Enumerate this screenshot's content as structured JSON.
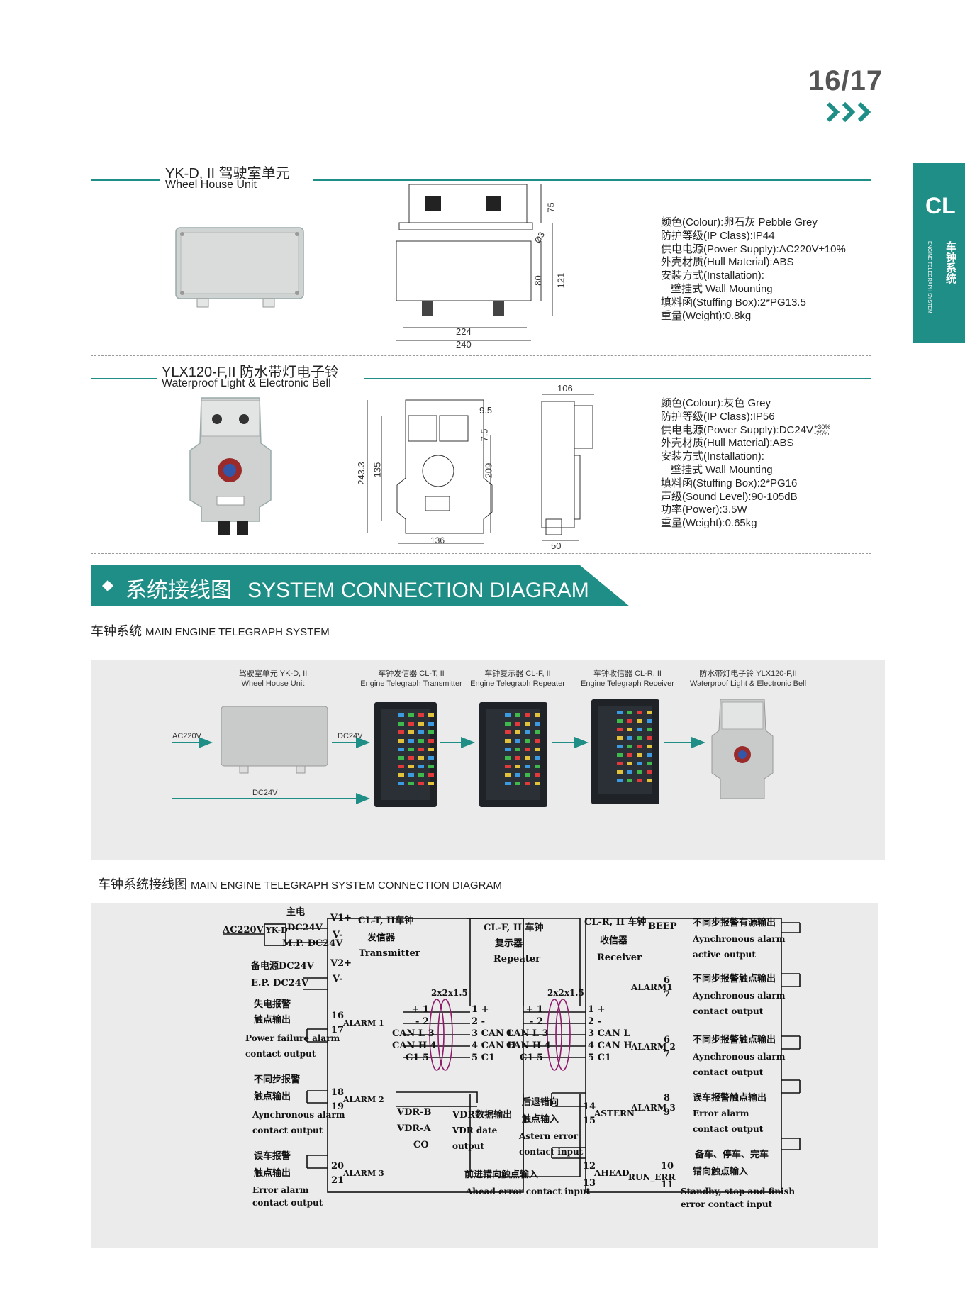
{
  "page": {
    "number": "16/17"
  },
  "side_tab": {
    "code": "CL",
    "zh": "车钟系统",
    "en": "ENGINE TELEGRAPH SYSTEM"
  },
  "product1": {
    "title_model": "YK-D, II 驾驶室单元",
    "title_en": "Wheel House Unit",
    "dims": {
      "h_top": "75",
      "h_mid": "80",
      "h_total": "121",
      "w_inner": "224",
      "w_outer": "240",
      "hole": "Ø3"
    },
    "specs": [
      "颜色(Colour):卵石灰 Pebble Grey",
      "防护等级(IP Class):IP44",
      "供电电源(Power Supply):AC220V±10%",
      "外壳材质(Hull Material):ABS",
      "安装方式(Installation):",
      "壁挂式 Wall Mounting",
      "填料函(Stuffing Box):2*PG13.5",
      "重量(Weight):0.8kg"
    ]
  },
  "product2": {
    "title_model": "YLX120-F,II 防水带灯电子铃",
    "title_en": "Waterproof Light & Electronic Bell",
    "dims": {
      "h_total": "243.3",
      "h_mid": "135",
      "h_r": "209",
      "d1": "9.5",
      "d2": "7.5",
      "w_bottom": "136",
      "depth": "106",
      "d_bottom": "50"
    },
    "specs": [
      "颜色(Colour):灰色 Grey",
      "防护等级(IP Class):IP56",
      "供电电源(Power Supply):DC24V",
      "外壳材质(Hull Material):ABS",
      "安装方式(Installation):",
      "壁挂式 Wall Mounting",
      "填料函(Stuffing Box):2*PG16",
      "声级(Sound Level):90-105dB",
      "功率(Power):3.5W",
      "重量(Weight):0.65kg"
    ],
    "tol_plus": "+30%",
    "tol_minus": "-25%"
  },
  "banner": {
    "zh": "系统接线图",
    "en": "SYSTEM CONNECTION DIAGRAM"
  },
  "system": {
    "heading_zh": "车钟系统",
    "heading_en": "MAIN ENGINE TELEGRAPH SYSTEM",
    "units": [
      {
        "zh": "驾驶室单元 YK-D, II",
        "en": "Wheel House Unit"
      },
      {
        "zh": "车钟发信器 CL-T, II",
        "en": "Engine Telegraph Transmitter"
      },
      {
        "zh": "车钟复示器 CL-F, II",
        "en": "Engine Telegraph Repeater"
      },
      {
        "zh": "车钟收信器 CL-R, II",
        "en": "Engine Telegraph Receiver"
      },
      {
        "zh": "防水带灯电子铃 YLX120-F,II",
        "en": "Waterproof Light & Electronic Bell"
      }
    ],
    "ac_label": "AC220V",
    "dc_label": "DC24V",
    "dc_label2": "DC24V"
  },
  "wiring": {
    "heading_zh": "车钟系统接线图",
    "heading_en": "MAIN ENGINE TELEGRAPH SYSTEM CONNECTION DIAGRAM",
    "ac": "AC220V",
    "ykd": "YK-D",
    "main_zh": "主电",
    "main_dc": "DC24V",
    "mp": "M.P. DC24V",
    "ep_zh": "备电源DC24V",
    "ep": "E.P. DC24V",
    "pf_zh1": "失电报警",
    "pf_zh2": "触点输出",
    "pf_en1": "Power failure alarm",
    "pf_en2": "contact output",
    "as_zh1": "不同步报警",
    "as_zh2": "触点输出",
    "as_en1": "Aynchronous alarm",
    "as_en2": "contact output",
    "er_zh1": "误车报警",
    "er_zh2": "触点输出",
    "er_en1": "Error alarm",
    "er_en2": "contact output",
    "t_title1": "CL-T, II车钟",
    "t_title2": "发信器",
    "t_title3": "Transmitter",
    "f_title1": "CL-F, II 车钟",
    "f_title2": "复示器",
    "f_title3": "Repeater",
    "r_title1": "CL-R, II 车钟",
    "r_title2": "收信器",
    "r_title3": "Receiver",
    "cable": "2x2x1.5",
    "v1p": "V1+",
    "vm": "V-",
    "v2p": "V2+",
    "vm2": "V-",
    "alarm1": "ALARM 1",
    "alarm2": "ALARM 2",
    "alarm3": "ALARM 3",
    "vdrb": "VDR-B",
    "vdra": "VDR-A",
    "co": "CO",
    "vdr_zh": "VDR数据输出",
    "vdr_en1": "VDR date",
    "vdr_en2": "output",
    "astern_zh1": "后退错向",
    "astern_zh2": "触点输入",
    "astern_en1": "Astern error",
    "astern_en2": "contact input",
    "ahead_zh": "前进错向触点输入",
    "ahead_en": "Ahead error contact input",
    "beep": "BEEP",
    "r_alarm1": "ALARM1",
    "r_alarm2": "ALARM 2",
    "r_alarm3": "ALARM 3",
    "astern": "ASTERN",
    "ahead": "AHEAD",
    "run_err": "RUN_ERR",
    "o1_zh": "不同步报警有源输出",
    "o1_en1": "Aynchronous alarm",
    "o1_en2": "active output",
    "o2_zh": "不同步报警触点输出",
    "o2_en1": "Aynchronous alarm",
    "o2_en2": "contact output",
    "o3_zh": "不同步报警触点输出",
    "o3_en1": "Aynchronous alarm",
    "o3_en2": "contact output",
    "o4_zh": "误车报警触点输出",
    "o4_en1": "Error alarm",
    "o4_en2": "contact output",
    "o5_zh1": "备车、停车、完车",
    "o5_zh2": "错向触点输入",
    "o5_en1": "Standby, stop and finish",
    "o5_en2": "error contact input",
    "can_rows": [
      "+ 1",
      "- 2",
      "CAN L 3",
      "CAN H 4",
      "C1 5"
    ],
    "pins_r": [
      "1 +",
      "2 -",
      "3 CAN L",
      "4 CAN H",
      "5 C1"
    ],
    "t_pins": [
      "16",
      "17",
      "18",
      "19",
      "20",
      "21"
    ],
    "r_pins": [
      "6",
      "7",
      "6",
      "7",
      "8",
      "9",
      "10",
      "11"
    ],
    "t_pin14": "14",
    "t_pin15": "15",
    "t_pin12": "12",
    "t_pin13": "13"
  }
}
